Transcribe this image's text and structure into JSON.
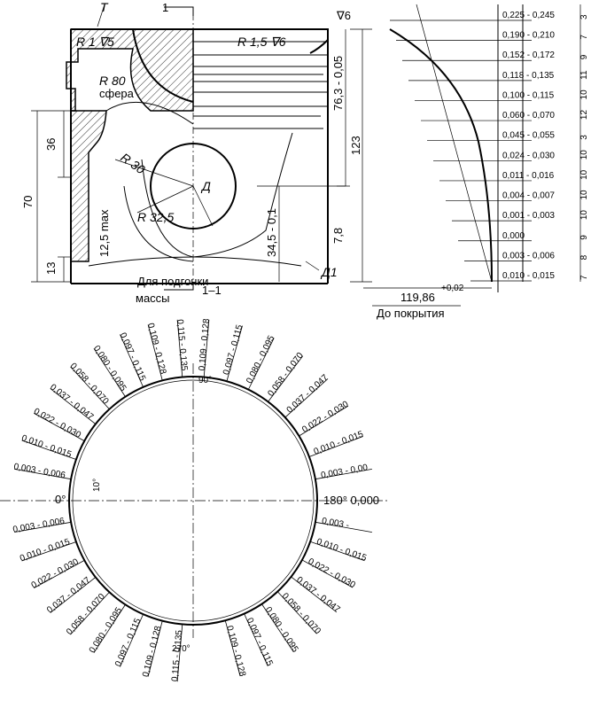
{
  "section_view": {
    "section_mark": "1",
    "section_label": "1–1",
    "surface_mark_top": "∇6",
    "radius_top_left": "R 1 ∇5",
    "radius_top_right": "R 1,5 ∇6",
    "sphere_radius": "R 80",
    "sphere_word": "сфера",
    "fillet_radius": "R 30",
    "pin_radius": "R 32,5",
    "letter_T": "T",
    "letter_D": "Д",
    "letter_D1": "Д1",
    "dim_height_top": "76,3 - 0,05",
    "dim_height_total": "123",
    "dim_pin": "34,5 - 0,1",
    "dim_7_8": "7,8",
    "dim_36": "36",
    "dim_70": "70",
    "dim_13": "13",
    "dim_12_5": "12,5 max",
    "mass_note_line1": "Для подгонки",
    "mass_note_line2": "массы",
    "diameter_value": "119,86",
    "diameter_tol": "+0,02",
    "diameter_note": "До покрытия"
  },
  "profile_table": {
    "rows": [
      {
        "value": "0,225 - 0,245",
        "step": "3"
      },
      {
        "value": "0,190 - 0,210",
        "step": "7"
      },
      {
        "value": "0,152 - 0,172",
        "step": "9"
      },
      {
        "value": "0,118 - 0,135",
        "step": "11"
      },
      {
        "value": "0,100 - 0,115",
        "step": "10"
      },
      {
        "value": "0,060 - 0,070",
        "step": "12"
      },
      {
        "value": "0,045 - 0,055",
        "step": "3"
      },
      {
        "value": "0,024 - 0,030",
        "step": "10"
      },
      {
        "value": "0,011 - 0,016",
        "step": "10"
      },
      {
        "value": "0,004 - 0,007",
        "step": "10"
      },
      {
        "value": "0,001 - 0,003",
        "step": "10"
      },
      {
        "value": "0,000",
        "step": "9"
      },
      {
        "value": "0,003 - 0,006",
        "step": "8"
      },
      {
        "value": "0,010 - 0,015",
        "step": "7"
      }
    ]
  },
  "ovality_diagram": {
    "angle_0": "0°",
    "angle_90": "90°",
    "angle_180": "180° 0,000",
    "angle_270": "270°",
    "small_dim": "10°",
    "upper_left": [
      "0,115 - 0,135",
      "0,109 - 0,128",
      "0,097 - 0,115",
      "0,080 - 0,095",
      "0,058 - 0,070",
      "0,037 - 0,047",
      "0,022 - 0,030",
      "0,010 - 0,015",
      "0,003 - 0,006"
    ],
    "upper_right": [
      "0,109 - 0,128",
      "0,097 - 0,115",
      "0,080 - 0,095",
      "0,058 - 0,070",
      "0,037 - 0,047",
      "0,022 - 0,030",
      "0,010 - 0,015",
      "0,003 - 0,00"
    ],
    "lower_left": [
      "0,003 - 0,006",
      "0,010 - 0,015",
      "0,022 - 0,030",
      "0,037 - 0,047",
      "0,058 - 0,070",
      "0,080 - 0,095",
      "0,097 - 0,115",
      "0,109 - 0,128",
      "0,115 - 0,135"
    ],
    "lower_right": [
      "0,003 -",
      "0,010 - 0,015",
      "0,022 - 0,030",
      "0,037 - 0,047",
      "0,058 - 0,070",
      "0,080 - 0,095",
      "0,097 - 0,115",
      "0,109 - 0,128"
    ]
  }
}
